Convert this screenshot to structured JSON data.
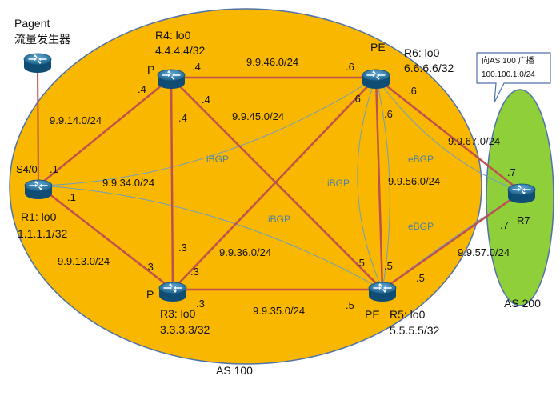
{
  "colors": {
    "as100_fill": "#f9b700",
    "as100_stroke": "#4f72a8",
    "as200_fill": "#8ecf3a",
    "as200_stroke": "#4f72a8",
    "link": "#c0504d",
    "bgp_line": "#6f9fbf",
    "bgp_text": "#4a7fa6",
    "router_body": "#1f6f9e",
    "callout_fill": "#ffffff",
    "callout_stroke": "#4f72a8"
  },
  "areas": {
    "as100": "AS 100",
    "as200": "AS 200"
  },
  "callout": {
    "line1": "向AS 100 广播",
    "line2": "100.100.1.0/24"
  },
  "devices": {
    "pagent": {
      "name": "Pagent",
      "desc": "流量发生器"
    },
    "r1": {
      "name": "R1: lo0",
      "loopback": "1.1.1.1/32",
      "interface": "S4/0"
    },
    "r3": {
      "role": "P",
      "name": "R3: lo0",
      "loopback": "3.3.3.3/32"
    },
    "r4": {
      "role": "P",
      "name": "R4: lo0",
      "loopback": "4.4.4.4/32"
    },
    "r5": {
      "role": "PE",
      "name": "R5: lo0",
      "loopback": "5.5.5.5/32"
    },
    "r6": {
      "role": "PE",
      "name": "R6:  lo0",
      "loopback": "6.6.6.6/32"
    },
    "r7": {
      "name": "R7"
    }
  },
  "networks": {
    "r1_r4": "9.9.14.0/24",
    "r4_r6": "9.9.46.0/24",
    "r4_r5": "9.9.45.0/24",
    "r3_r4": "9.9.34.0/24",
    "r1_r3": "9.9.13.0/24",
    "r3_r6": "9.9.36.0/24",
    "r3_r5": "9.9.35.0/24",
    "r5_r6": "9.9.56.0/24",
    "r6_r7": "9.9.67.0/24",
    "r5_r7": "9.9.57.0/24"
  },
  "host_ids": {
    "r1_to_r4": ".1",
    "r1_to_r3": ".1",
    "r1_s4": ".1",
    "r4_to_r1": ".4",
    "r4_to_r6": ".4",
    "r4_to_r3": ".4",
    "r4_to_r5": ".4",
    "r6_to_r4": ".6",
    "r6_to_r3": ".6",
    "r6_to_r5": ".6",
    "r6_to_r7": ".6",
    "r3_to_r4": ".3",
    "r3_to_r1": ".3",
    "r3_to_r6": ".3",
    "r3_to_r5": ".3",
    "r5_to_r3": ".5",
    "r5_to_r4": ".5",
    "r5_to_r6": ".5",
    "r5_to_r7": ".5",
    "r7_to_r6": ".7",
    "r7_to_r5": ".7"
  },
  "sessions": {
    "ibgp_r1_r6": "iBGP",
    "ibgp_r6_r5": "iBGP",
    "ibgp_r1_r5": "iBGP",
    "ebgp_r6_r7": "eBGP",
    "ebgp_r5_r7": "eBGP"
  }
}
